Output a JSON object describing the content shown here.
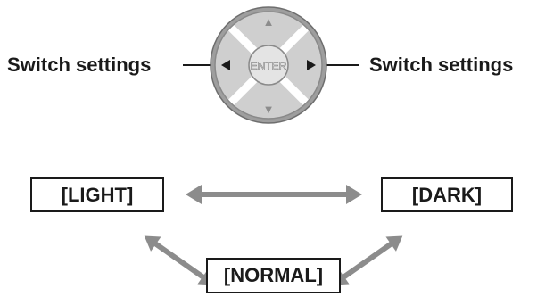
{
  "control_pad": {
    "left_label": "Switch settings",
    "right_label": "Switch settings",
    "center_label": "ENTER",
    "up_arrow": "▲",
    "down_arrow": "▼",
    "left_arrow": "◀",
    "right_arrow": "▶"
  },
  "modes": {
    "light": "[LIGHT]",
    "dark": "[DARK]",
    "normal": "[NORMAL]"
  },
  "colors": {
    "pad_outer": "#a0a0a0",
    "pad_face": "#c8c8c8",
    "pad_center": "#e0e0e0",
    "arrow_gray": "#8c8c8c",
    "text": "#1a1a1a"
  }
}
